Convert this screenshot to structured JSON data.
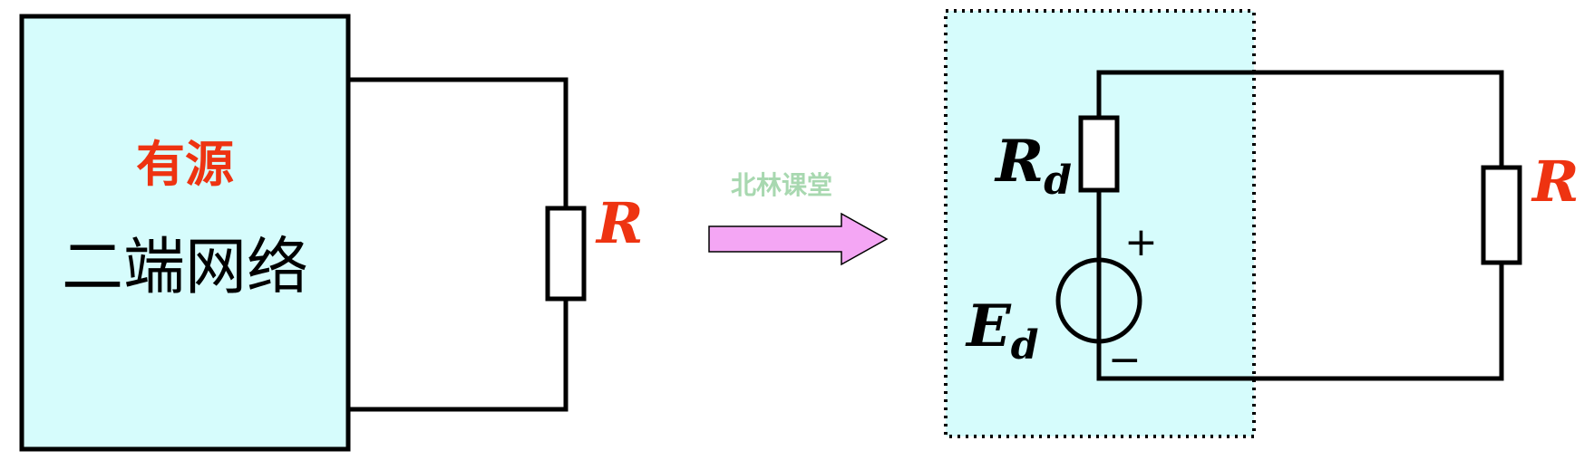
{
  "left_block": {
    "line1": "有源",
    "line2": "二端网络"
  },
  "load_label": "R",
  "watermark": "北林课堂",
  "equivalent": {
    "resistor_main": "R",
    "resistor_sub": "d",
    "source_main": "E",
    "source_sub": "d",
    "plus": "+",
    "minus": "−"
  },
  "colors": {
    "block_fill": "#d6fcfc",
    "accent_red": "#ee3311",
    "arrow_fill": "#f4a6f4",
    "watermark": "#a8d8b0"
  }
}
